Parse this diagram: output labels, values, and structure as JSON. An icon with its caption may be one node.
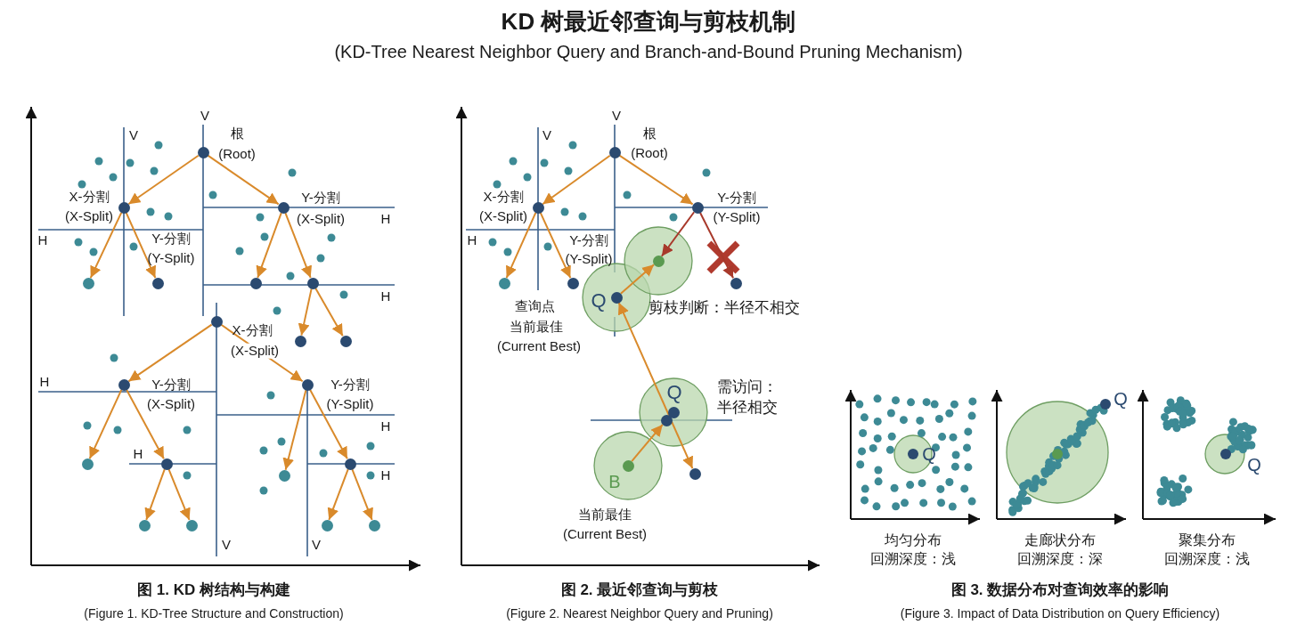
{
  "diagram": {
    "title": "KD 树最近邻查询与剪枝机制",
    "nodes": [
      {
        "text": [],
        "shape": "circle",
        "beside": [
          "根",
          "(Root)"
        ]
      },
      {
        "text": [],
        "shape": "circle",
        "beside": [
          "X-分割",
          "(X-Split)"
        ]
      },
      {
        "text": [],
        "shape": "circle",
        "beside": [
          "Y-分割",
          "(X-Split)"
        ]
      },
      {
        "text": [],
        "shape": "circle"
      },
      {
        "text": [],
        "shape": "circle",
        "beside": [
          "Y-分割",
          "(Y-Split)"
        ]
      },
      {
        "text": [],
        "shape": "circle"
      },
      {
        "text": [],
        "shape": "circle"
      },
      {
        "text": [],
        "shape": "circle"
      },
      {
        "text": [],
        "shape": "circle"
      },
      {
        "text": [],
        "shape": "circle",
        "beside": [
          "X-分割",
          "(X-Split)"
        ]
      },
      {
        "text": [],
        "shape": "circle",
        "beside": [
          "Y-分割",
          "(X-Split)"
        ]
      },
      {
        "text": [],
        "shape": "circle",
        "beside": [
          "Y-分割",
          "(Y-Split)"
        ]
      },
      {
        "text": [],
        "shape": "circle"
      },
      {
        "text": [],
        "shape": "circle"
      },
      {
        "text": [],
        "shape": "circle"
      },
      {
        "text": [],
        "shape": "circle"
      },
      {
        "text": [],
        "shape": "circle"
      },
      {
        "text": [],
        "shape": "circle"
      },
      {
        "text": [],
        "shape": "circle"
      },
      {
        "text": [],
        "shape": "circle"
      },
      {
        "text": [],
        "shape": "circle",
        "beside": [
          "根",
          "(Root)"
        ]
      },
      {
        "text": [],
        "shape": "circle",
        "beside": [
          "X-分割",
          "(X-Split)"
        ]
      },
      {
        "text": [],
        "shape": "circle",
        "beside": [
          "Y-分割",
          "(Y-Split)"
        ]
      },
      {
        "text": [],
        "shape": "circle"
      },
      {
        "text": [],
        "shape": "circle",
        "beside": [
          "Y-分割",
          "(Y-Split)"
        ]
      },
      {
        "text": [],
        "shape": "circle"
      },
      {
        "text": [],
        "shape": "circle"
      },
      {
        "text": [],
        "shape": "circle",
        "beside": [
          "Q",
          "查询点",
          "当前最佳",
          "(Current Best)"
        ]
      },
      {
        "text": [],
        "shape": "circle"
      },
      {
        "text": [],
        "shape": "circle",
        "beside": [
          "Q"
        ]
      },
      {
        "text": [],
        "shape": "circle",
        "beside": [
          "B",
          "当前最佳",
          "(Current Best)"
        ]
      },
      {
        "text": [],
        "shape": "circle"
      }
    ],
    "edges": [
      {
        "from": 0,
        "to": 1,
        "arrow": "to"
      },
      {
        "from": 0,
        "to": 2,
        "arrow": "to"
      },
      {
        "from": 1,
        "to": 3,
        "arrow": "to"
      },
      {
        "from": 1,
        "to": 4,
        "arrow": "to"
      },
      {
        "from": 2,
        "to": 5,
        "arrow": "to"
      },
      {
        "from": 2,
        "to": 6,
        "arrow": "to"
      },
      {
        "from": 6,
        "to": 7,
        "arrow": "to"
      },
      {
        "from": 6,
        "to": 8,
        "arrow": "to"
      },
      {
        "from": 9,
        "to": 10,
        "arrow": "to"
      },
      {
        "from": 9,
        "to": 11,
        "arrow": "to"
      },
      {
        "from": 10,
        "to": 12,
        "arrow": "to"
      },
      {
        "from": 10,
        "to": 13,
        "arrow": "to"
      },
      {
        "from": 13,
        "to": 14,
        "arrow": "to"
      },
      {
        "from": 13,
        "to": 15,
        "arrow": "to"
      },
      {
        "from": 11,
        "to": 16,
        "arrow": "to"
      },
      {
        "from": 11,
        "to": 17,
        "arrow": "to"
      },
      {
        "from": 17,
        "to": 18,
        "arrow": "to"
      },
      {
        "from": 17,
        "to": 19,
        "arrow": "to"
      },
      {
        "from": 20,
        "to": 21,
        "arrow": "to"
      },
      {
        "from": 20,
        "to": 22,
        "arrow": "to"
      },
      {
        "from": 21,
        "to": 23,
        "arrow": "to"
      },
      {
        "from": 21,
        "to": 24,
        "arrow": "to"
      },
      {
        "from": 22,
        "to": 25,
        "arrow": "to",
        "color": "#a8392b"
      },
      {
        "from": 22,
        "to": 26,
        "arrow": "to",
        "color": "#a8392b"
      },
      {
        "from": 27,
        "to": 25,
        "arrow": "to"
      },
      {
        "from": 27,
        "to": 31,
        "arrow": "both"
      },
      {
        "from": 30,
        "to": 28,
        "arrow": "to"
      }
    ],
    "labels": [
      "(KD-Tree Nearest Neighbor Query and Branch-and-Bound Pruning Mechanism)",
      "V",
      "V",
      "H",
      "H",
      "H",
      "H",
      "H",
      "H",
      "H",
      "V",
      "V",
      "V",
      "V",
      "H",
      "剪枝判断：半径不相交",
      "需访问：半径相交",
      "Q",
      "Q",
      "Q",
      "均匀分布",
      "回溯深度：浅",
      "走廊状分布",
      "回溯深度：深",
      "聚集分布",
      "回溯深度：浅",
      "图 1. KD 树结构与构建",
      "(Figure 1. KD-Tree Structure and Construction)",
      "图 2. 最近邻查询与剪枝",
      "(Figure 2. Nearest Neighbor Query and Pruning)",
      "图 3. 数据分布对查询效率的影响",
      "(Figure 3. Impact of Data Distribution on Query Efficiency)"
    ]
  }
}
